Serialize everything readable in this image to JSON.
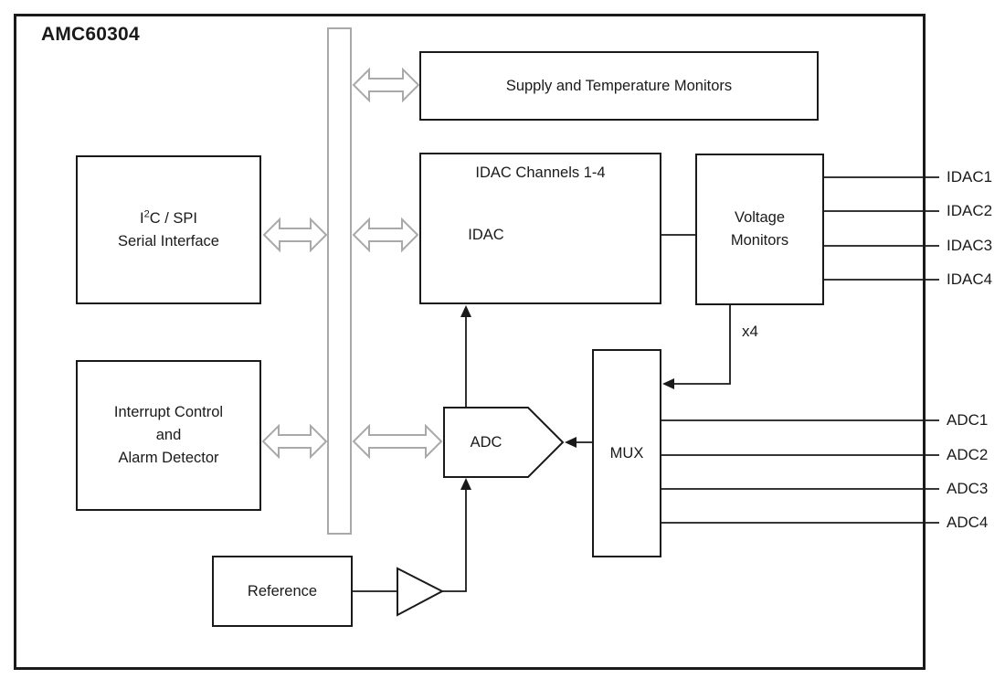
{
  "diagram": {
    "title": "AMC60304",
    "blocks": {
      "supply_monitors": "Supply and Temperature Monitors",
      "serial_interface": {
        "line1_pre": "I",
        "line1_sup": "2",
        "line1_post": "C / SPI",
        "line2": "Serial Interface"
      },
      "interrupt_control": {
        "line1": "Interrupt Control",
        "line2": "and",
        "line3": "Alarm Detector"
      },
      "idac_channels_title": "IDAC Channels 1-4",
      "idac": "IDAC",
      "voltage_monitors": {
        "line1": "Voltage",
        "line2": "Monitors"
      },
      "adc": "ADC",
      "mux": "MUX",
      "reference": "Reference"
    },
    "annotations": {
      "x4": "x4"
    },
    "pins": {
      "idac_outputs": [
        "IDAC1",
        "IDAC2",
        "IDAC3",
        "IDAC4"
      ],
      "adc_inputs": [
        "ADC1",
        "ADC2",
        "ADC3",
        "ADC4"
      ]
    },
    "colors": {
      "block_stroke": "#1a1a1a",
      "wire": "#1a1a1a",
      "bus_stroke": "#a9a9a9",
      "shape_fill": "#e3e3e3",
      "background": "#ffffff"
    }
  }
}
